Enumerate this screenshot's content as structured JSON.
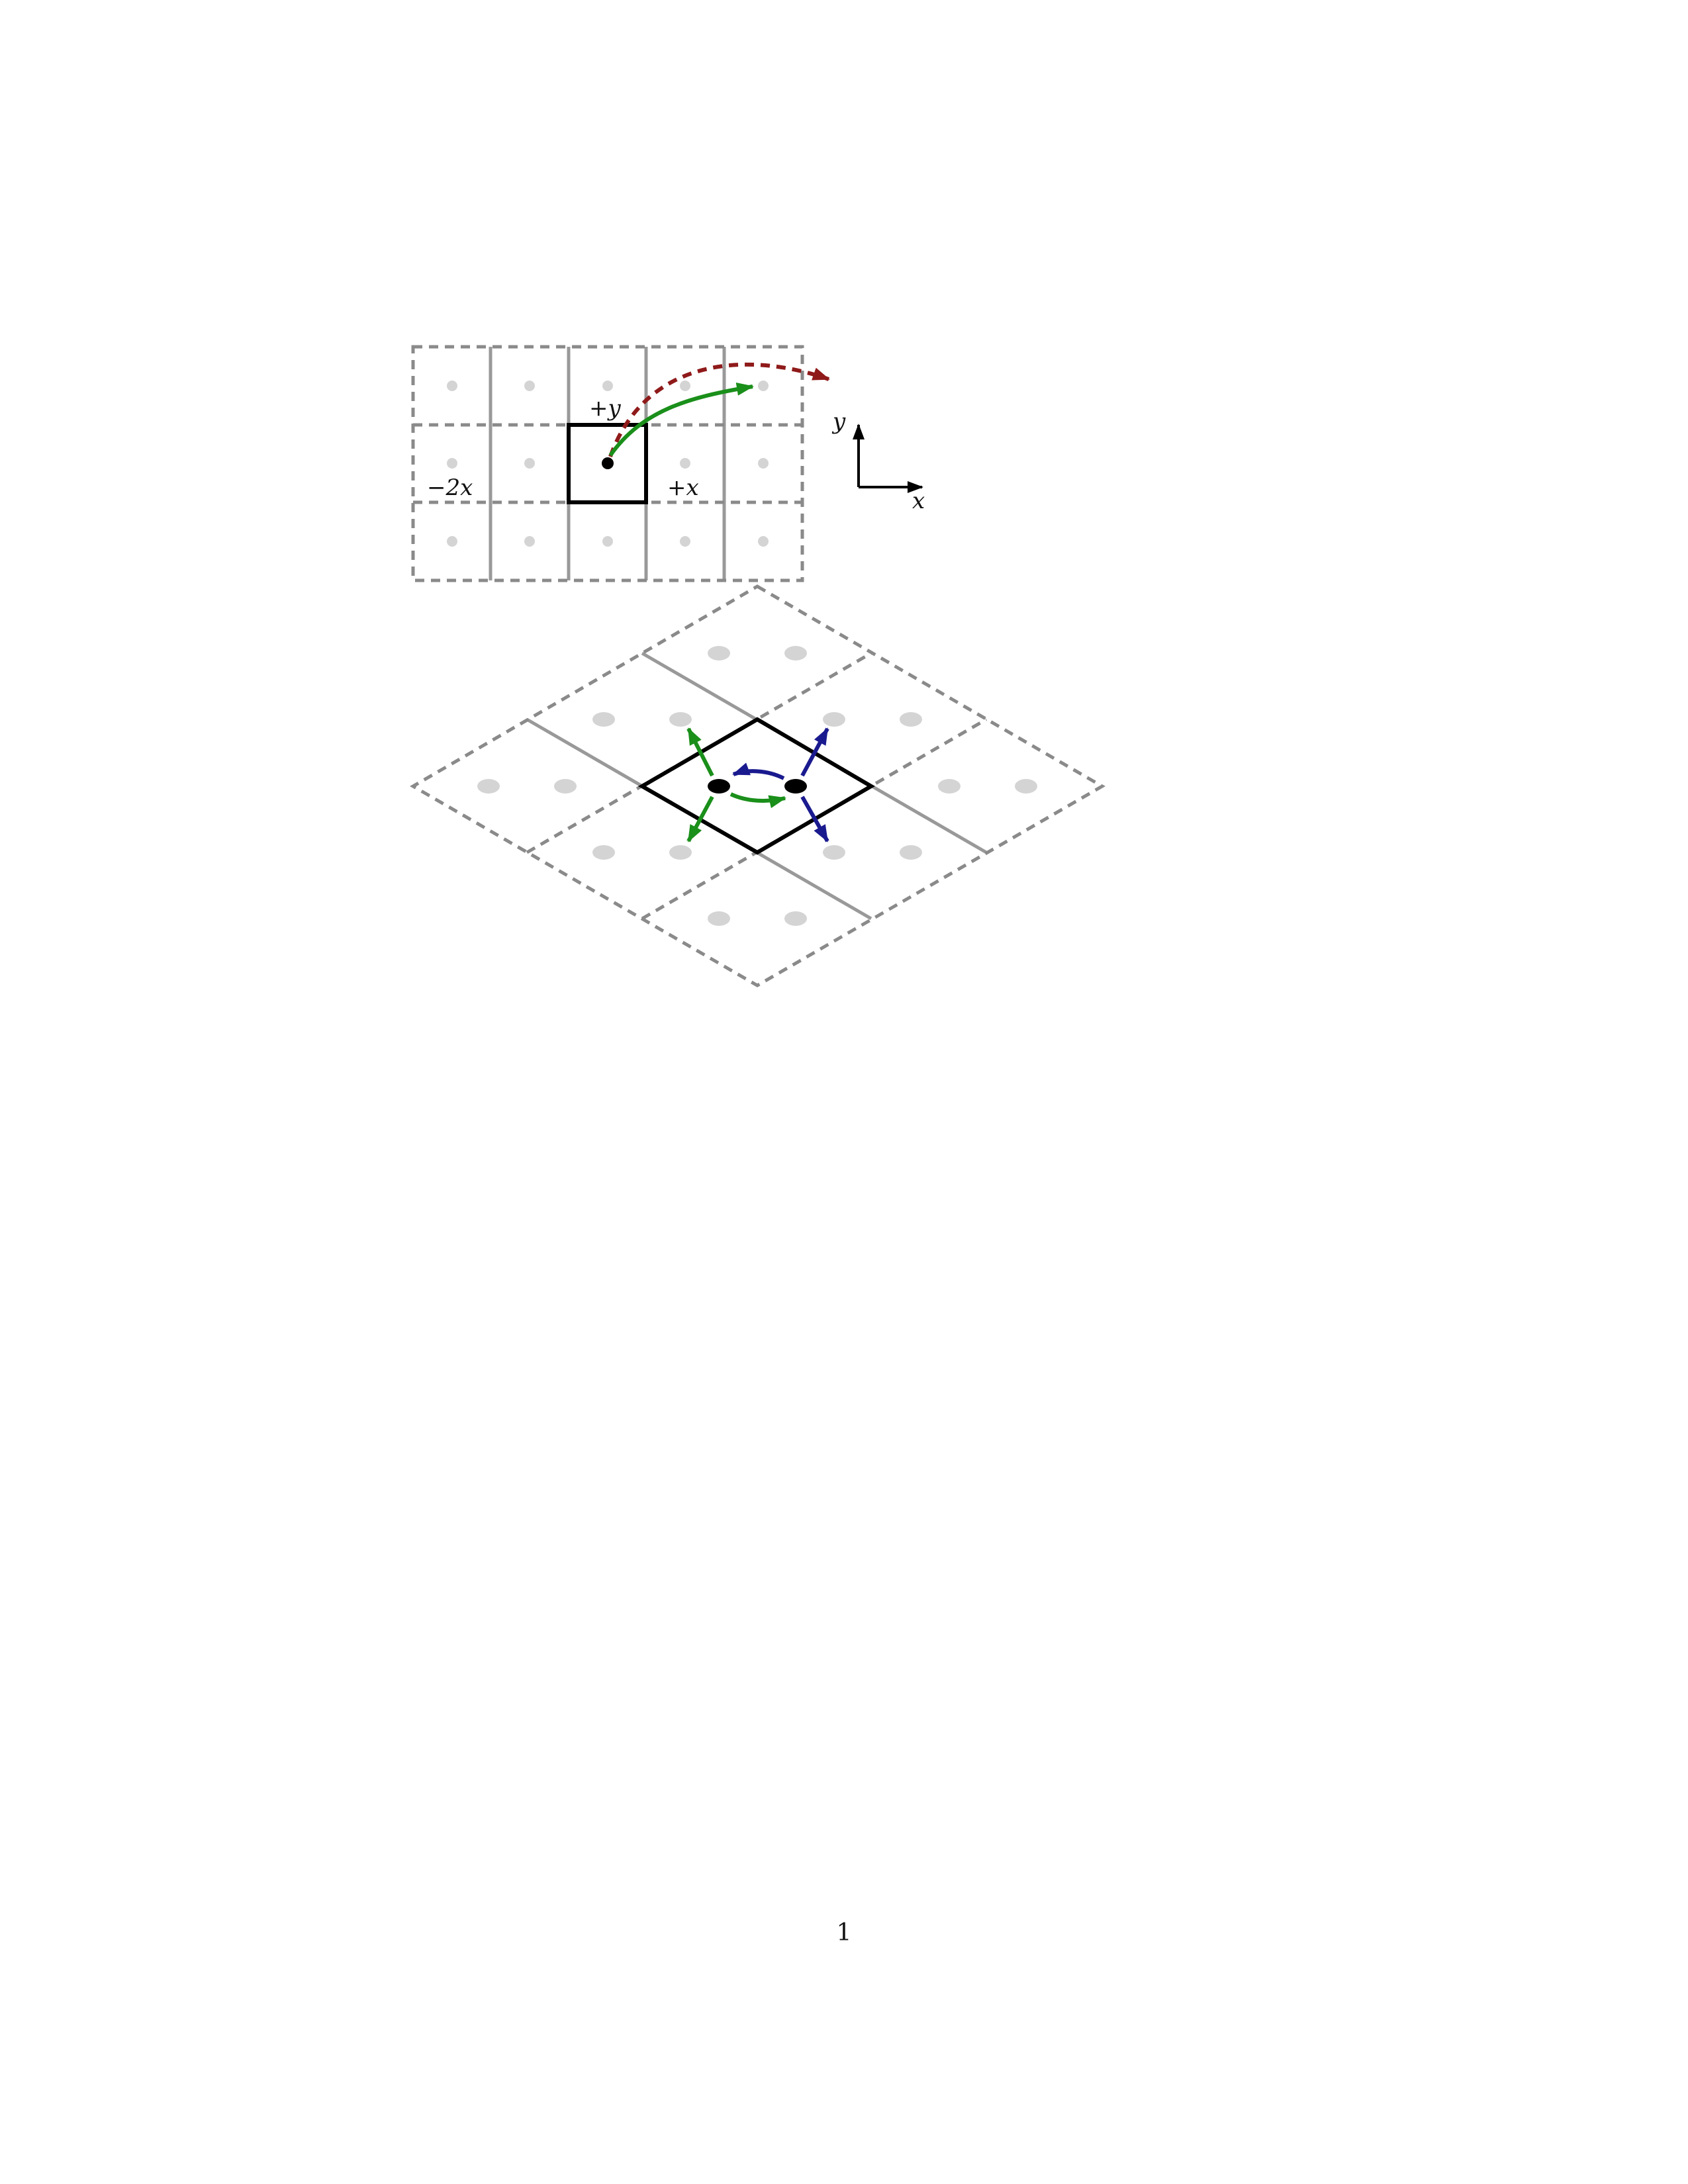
{
  "figure_top": {
    "labels": {
      "plus_y": "+y",
      "minus_2x": "−2x",
      "plus_x": "+x"
    },
    "axes": {
      "x_label": "x",
      "y_label": "y"
    }
  },
  "figure_bottom": {},
  "footer": {
    "page_number": "1"
  },
  "colors": {
    "grid_dashed": "#8a8a8a",
    "grid_solid": "#999999",
    "site_dot": "#d4d4d4",
    "cell_outline": "#000000",
    "arrow_green": "#1a8f1a",
    "arrow_blue": "#1a1a8f",
    "arrow_red_dashed": "#8f1a1a"
  }
}
